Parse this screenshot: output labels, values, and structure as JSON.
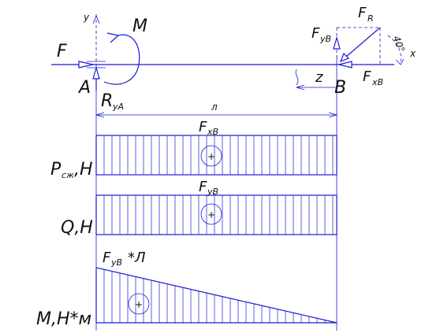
{
  "colors": {
    "line": "#1a1ad6",
    "text": "#111111",
    "background": "#ffffff"
  },
  "beam": {
    "force_F": "F",
    "moment_M": "M",
    "axis_y": "y",
    "point_A": "A",
    "point_B": "B",
    "reaction_R": "R",
    "reaction_R_sub": "yA",
    "force_FR": "F",
    "force_FR_sub": "R",
    "force_Fyb": "F",
    "force_Fyb_sub": "yB",
    "force_Fxb": "F",
    "force_Fxb_sub": "xB",
    "angle_label": "40°",
    "axis_x": "x",
    "z_label": "z",
    "length_label": "л"
  },
  "diagrams": [
    {
      "id": "axial",
      "title": "F",
      "title_sub": "xB",
      "ylabel": "P",
      "ylabel_sub": "сж",
      "ylabel_unit": ",H",
      "sign": "+"
    },
    {
      "id": "shear",
      "title": "F",
      "title_sub": "yB",
      "ylabel": "Q,H",
      "sign": "+"
    },
    {
      "id": "moment",
      "title": "F",
      "title_sub": "yB",
      "title_suffix": "*Л",
      "ylabel": "M,H*м",
      "sign": "+"
    }
  ]
}
